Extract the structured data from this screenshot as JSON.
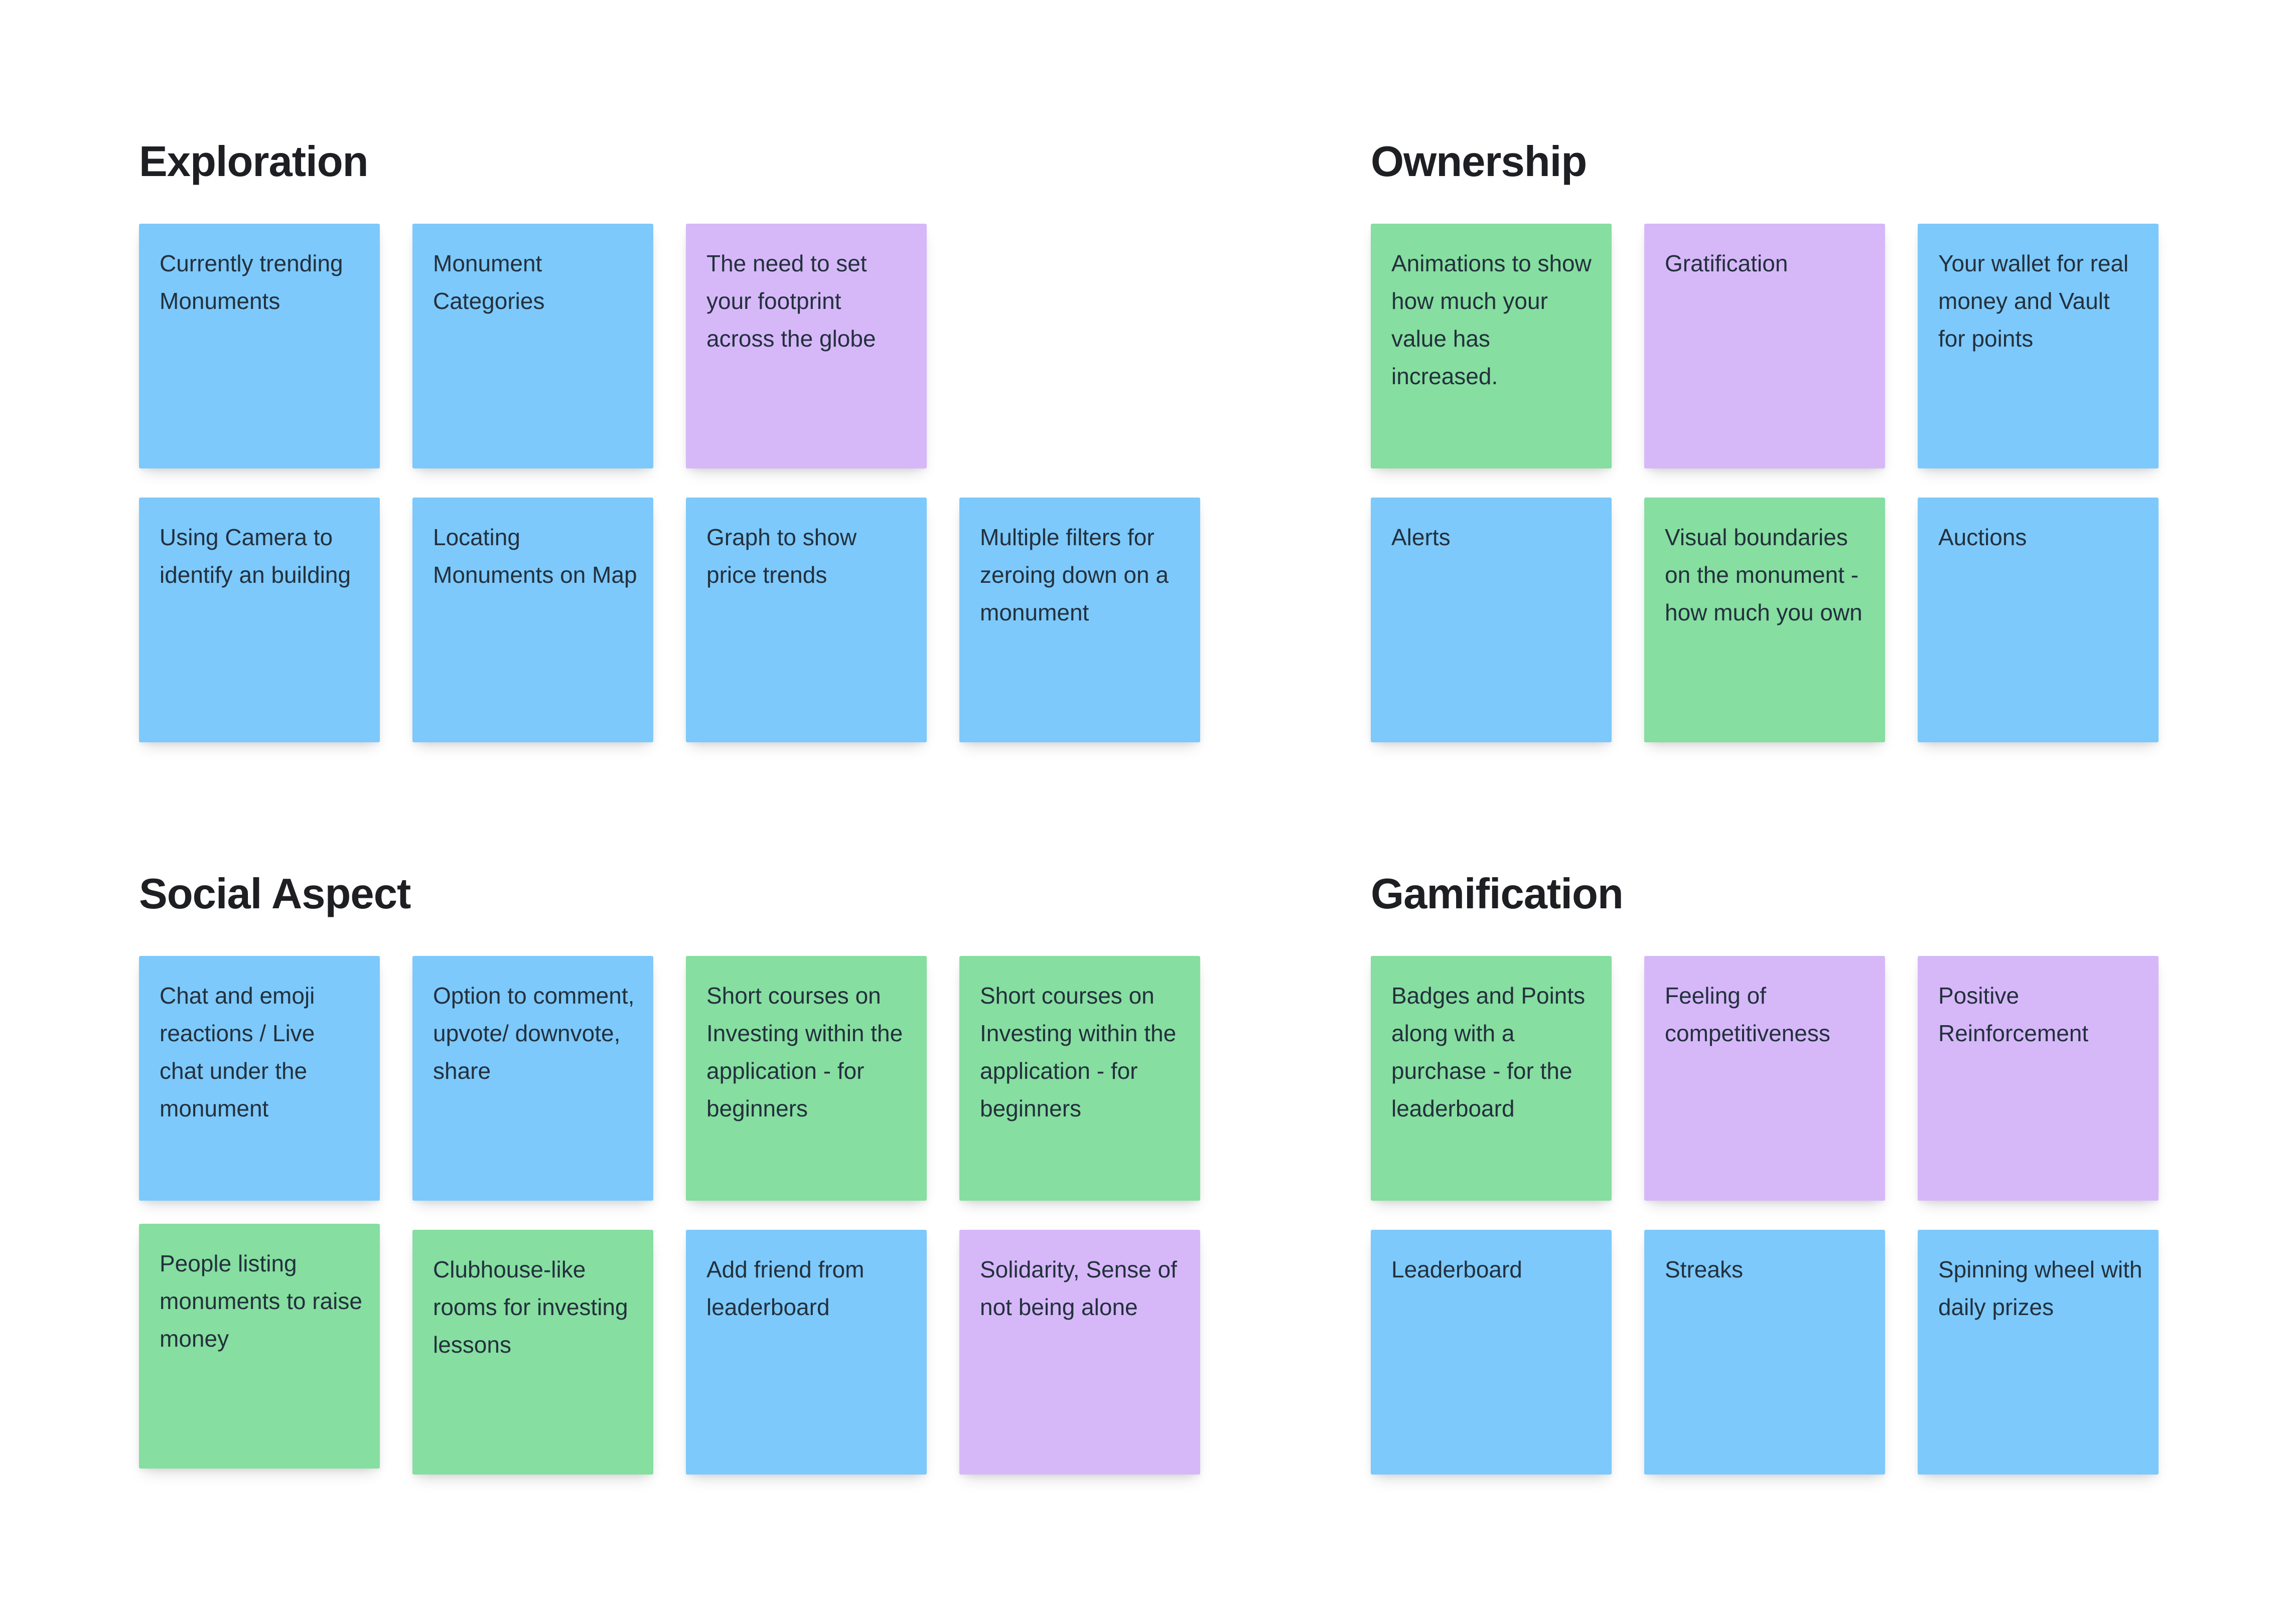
{
  "palette": {
    "background": "#FFFFFF",
    "blue": "#7DC9FB",
    "green": "#86DEA0",
    "violet": "#D6B8F9",
    "title_text": "#1E1F23",
    "note_text": "#23303D"
  },
  "sections": [
    {
      "title": "Exploration",
      "rows": [
        {
          "notes": [
            {
              "text": "Currently trending Monuments",
              "color": "blue"
            },
            {
              "text": "Monument Categories",
              "color": "blue"
            },
            {
              "text": "The need to set your footprint across the globe",
              "color": "violet"
            }
          ]
        },
        {
          "notes": [
            {
              "text": "Using Camera to identify an building",
              "color": "blue"
            },
            {
              "text": "Locating Monuments on Map",
              "color": "blue"
            },
            {
              "text": "Graph to show price trends",
              "color": "blue"
            },
            {
              "text": "Multiple filters for zeroing down on a monument",
              "color": "blue"
            }
          ]
        }
      ]
    },
    {
      "title": "Ownership",
      "rows": [
        {
          "notes": [
            {
              "text": "Animations to show how much your value has increased.",
              "color": "green"
            },
            {
              "text": "Gratification",
              "color": "violet"
            },
            {
              "text": "Your wallet for real money and Vault for points",
              "color": "blue"
            }
          ]
        },
        {
          "notes": [
            {
              "text": "Alerts",
              "color": "blue"
            },
            {
              "text": "Visual boundaries on the monument - how much you own",
              "color": "green"
            },
            {
              "text": "Auctions",
              "color": "blue"
            }
          ]
        }
      ]
    },
    {
      "title": "Social Aspect",
      "rows": [
        {
          "notes": [
            {
              "text": "Chat and emoji reactions / Live chat under the monument",
              "color": "blue"
            },
            {
              "text": "Option to comment, upvote/ downvote, share",
              "color": "blue"
            },
            {
              "text": "Short courses on Investing within the application - for beginners",
              "color": "green"
            },
            {
              "text": "Short courses on Investing within the application - for beginners",
              "color": "green"
            }
          ]
        },
        {
          "notes": [
            {
              "text": "People listing monuments to raise money",
              "color": "green"
            },
            {
              "text": "Clubhouse-like rooms for investing lessons",
              "color": "green"
            },
            {
              "text": "Add friend from leaderboard",
              "color": "blue"
            },
            {
              "text": "Solidarity, Sense of not being alone",
              "color": "violet"
            }
          ]
        }
      ]
    },
    {
      "title": "Gamification",
      "rows": [
        {
          "notes": [
            {
              "text": "Badges and Points along with a purchase - for the leaderboard",
              "color": "green"
            },
            {
              "text": "Feeling of competitiveness",
              "color": "violet"
            },
            {
              "text": "Positive Reinforcement",
              "color": "violet"
            }
          ]
        },
        {
          "notes": [
            {
              "text": "Leaderboard",
              "color": "blue"
            },
            {
              "text": "Streaks",
              "color": "blue"
            },
            {
              "text": "Spinning wheel with daily prizes",
              "color": "blue"
            }
          ]
        }
      ]
    }
  ]
}
